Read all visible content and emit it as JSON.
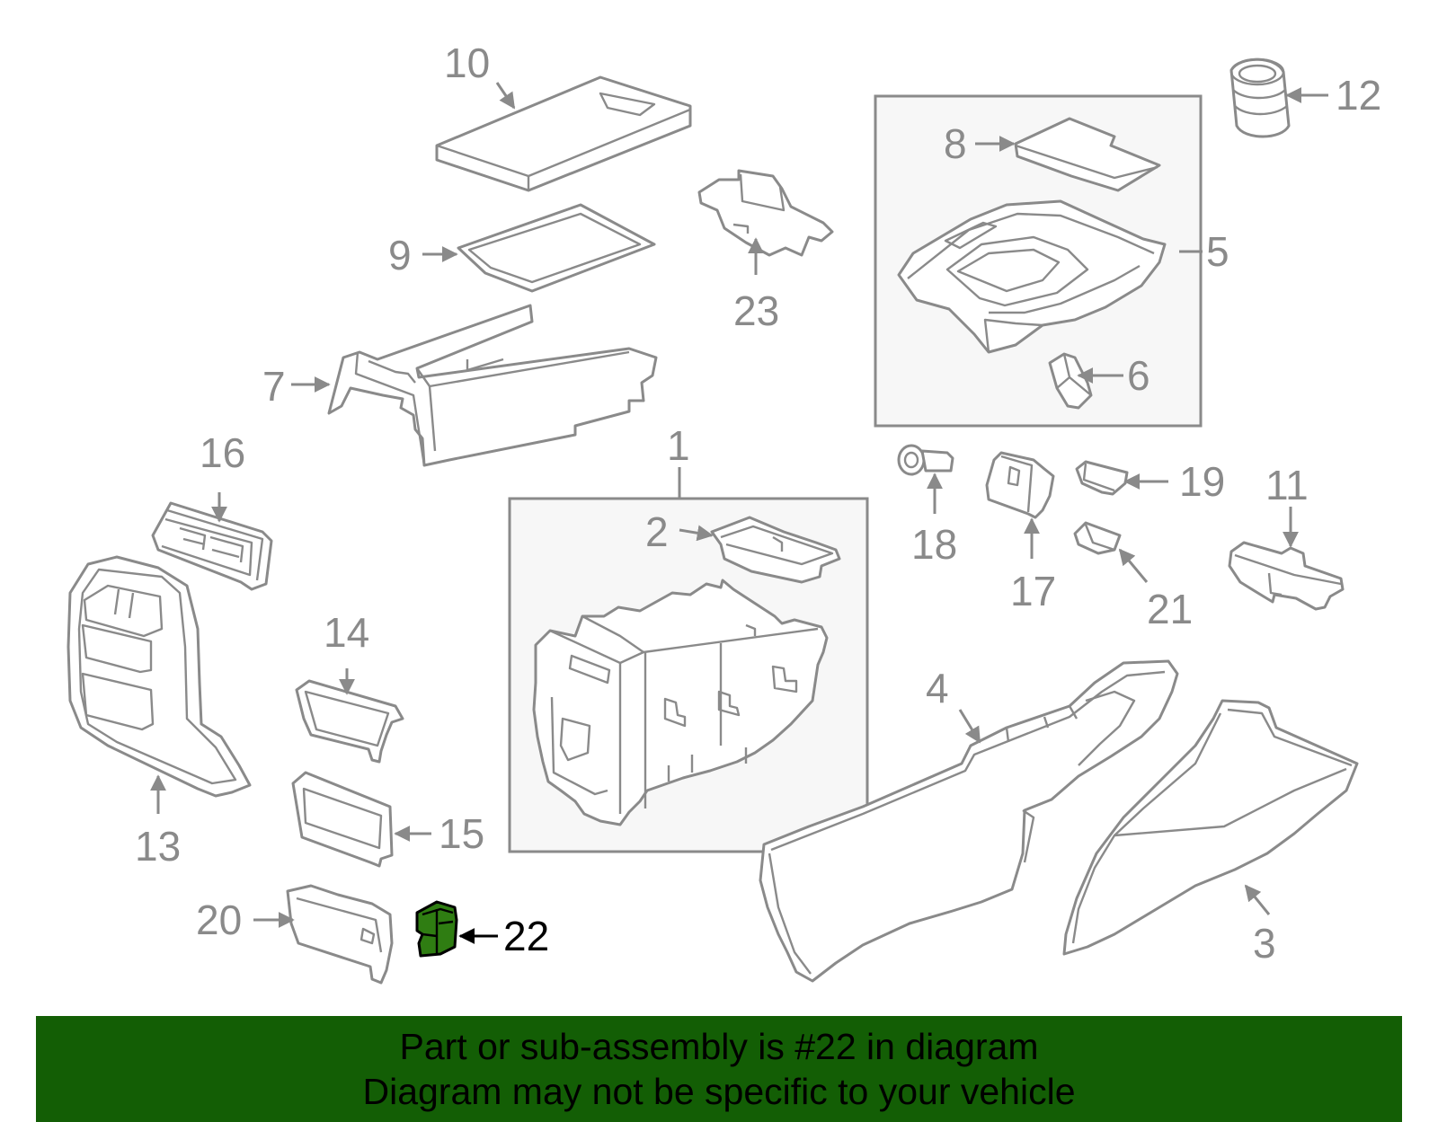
{
  "diagram": {
    "highlighted_part": "22",
    "highlight_color": "#2f7d12",
    "line_color": "#8a8a8a",
    "callouts": {
      "c1": "1",
      "c2": "2",
      "c3": "3",
      "c4": "4",
      "c5": "5",
      "c6": "6",
      "c7": "7",
      "c8": "8",
      "c9": "9",
      "c10": "10",
      "c11": "11",
      "c12": "12",
      "c13": "13",
      "c14": "14",
      "c15": "15",
      "c16": "16",
      "c17": "17",
      "c18": "18",
      "c19": "19",
      "c20": "20",
      "c21": "21",
      "c22": "22",
      "c23": "23"
    }
  },
  "banner": {
    "background": "#135e05",
    "line1": "Part or sub-assembly is #22 in diagram",
    "line2": "Diagram may not be specific to your vehicle"
  }
}
